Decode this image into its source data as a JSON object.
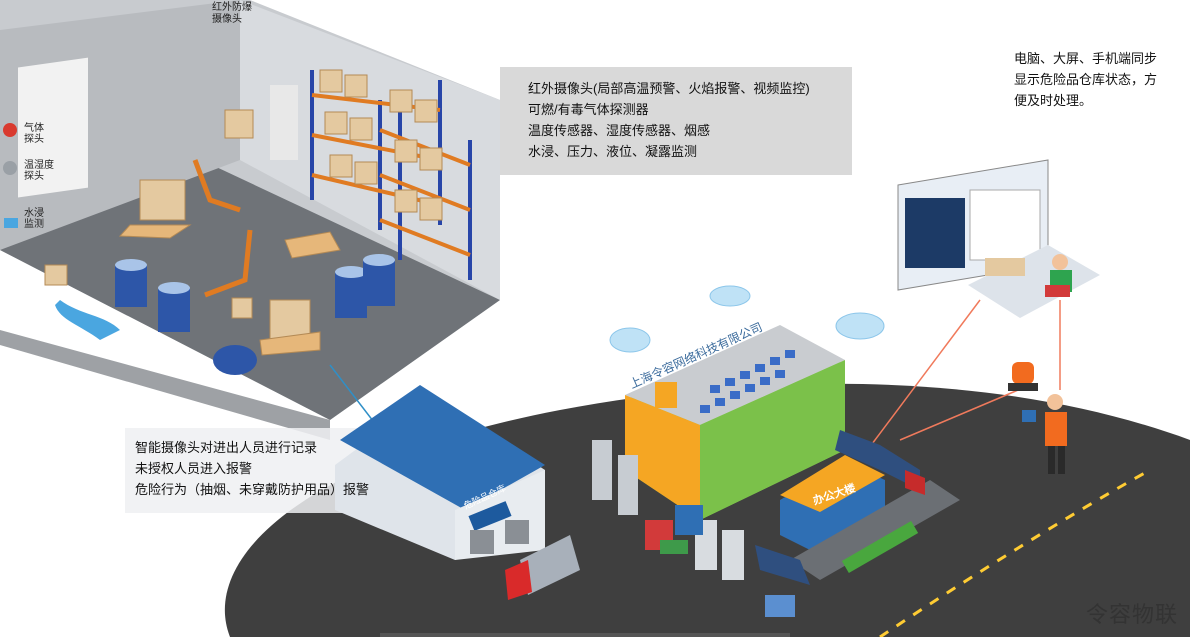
{
  "callouts": {
    "sensors": [
      "红外摄像头(局部高温预警、火焰报警、视频监控)",
      "可燃/有毒气体探测器",
      "温度传感器、湿度传感器、烟感",
      "水浸、压力、液位、凝露监测"
    ],
    "sync": [
      "电脑、大屏、手机端同步",
      "显示危险品仓库状态，方",
      "便及时处理。"
    ],
    "camera": [
      "智能摄像头对进出人员进行记录",
      "未授权人员进入报警",
      "危险行为（抽烟、未穿戴防护用品）报警"
    ]
  },
  "labels": {
    "infrared_camera": [
      "红外防爆",
      "摄像头"
    ],
    "gas_probe": [
      "气体",
      "探头"
    ],
    "humidity_probe": [
      "温湿度",
      "探头"
    ],
    "water_monitor": [
      "水浸",
      "监测"
    ]
  },
  "company_name": "上海令容网络科技有限公司",
  "office_sign": "办公大楼",
  "warehouse_sign": "危险品仓库",
  "brand": "令容物联",
  "colors": {
    "ground": "#3f3f3f",
    "warehouse_floor": "#6f7378",
    "rack_blue": "#2745a8",
    "rack_orange": "#e07b22",
    "callout_bg": "#d9d9d9",
    "red_line": "#f07a5c",
    "blue_line": "#2f8fc7"
  }
}
